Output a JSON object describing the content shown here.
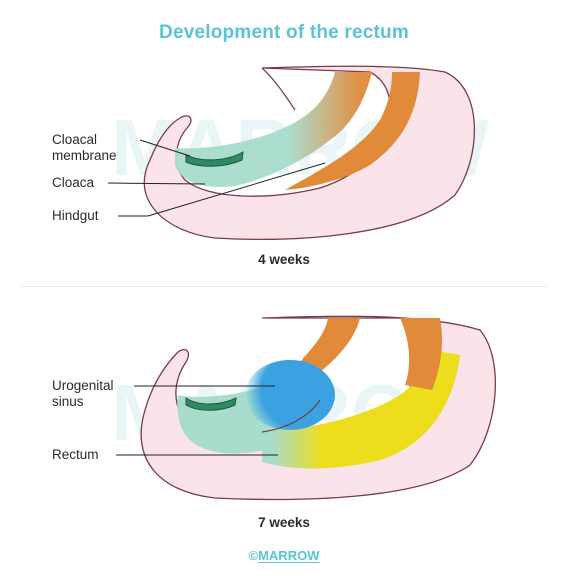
{
  "title": "Development of the rectum",
  "watermark": "MARROW",
  "panel_top": {
    "caption": "4 weeks",
    "labels": {
      "cloacal_membrane_line1": "Cloacal",
      "cloacal_membrane_line2": "membrane",
      "cloaca": "Cloaca",
      "hindgut": "Hindgut"
    }
  },
  "panel_bottom": {
    "caption": "7 weeks",
    "labels": {
      "urogenital_sinus_line1": "Urogenital",
      "urogenital_sinus_line2": "sinus",
      "rectum": "Rectum"
    }
  },
  "credit": {
    "symbol": "©",
    "brand": "MARROW"
  },
  "colors": {
    "title": "#5bc3d6",
    "embryo_fill": "#fbe3ea",
    "outline": "#7a3a4a",
    "hindgut": "#e08a3a",
    "cloaca": "#a8dccd",
    "membrane": "#2e8a62",
    "urogenital_sinus": "#3aa2e0",
    "rectum": "#ecde1c"
  }
}
